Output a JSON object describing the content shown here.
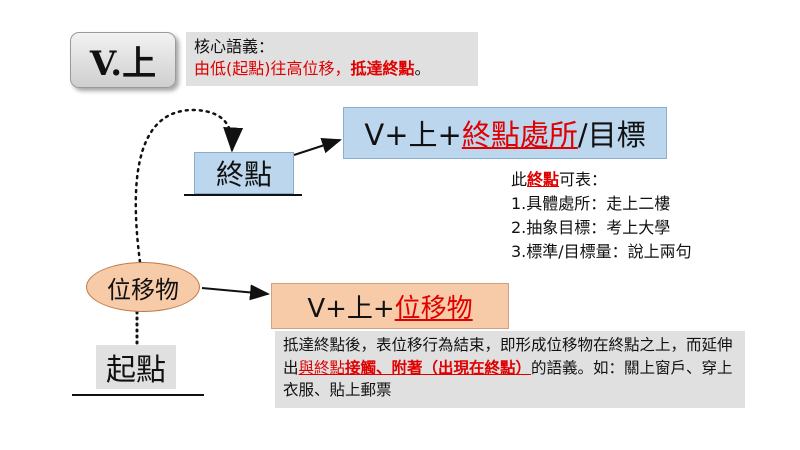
{
  "title": "V.上",
  "core_meaning": {
    "label": "核心語義：",
    "line_red": "由低(起點)往高位移，",
    "line_bold": "抵達終點",
    "line_end": "。"
  },
  "target_box": {
    "prefix": "V+上+",
    "highlight": "終點處所",
    "suffix": "/目標"
  },
  "end_point_label": "終點",
  "mover_label": "位移物",
  "start_point_label": "起點",
  "mover_box": {
    "prefix": "V+上+",
    "highlight": "位移物"
  },
  "endpoint_list": {
    "intro_pre": "此",
    "intro_highlight": "終點",
    "intro_post": "可表：",
    "items": [
      "1.具體處所：走上二樓",
      "2.抽象目標：考上大學",
      "3.標準/目標量：說上兩句"
    ]
  },
  "description": {
    "part1": "抵達終點後，表位移行為結束，即形成位移物在終點之上，而延伸出",
    "part2": "與終點",
    "part3": "接觸、附著（出現在終點）",
    "part4": "的語義。如：關上窗戶、穿上衣服、貼上郵票"
  }
}
